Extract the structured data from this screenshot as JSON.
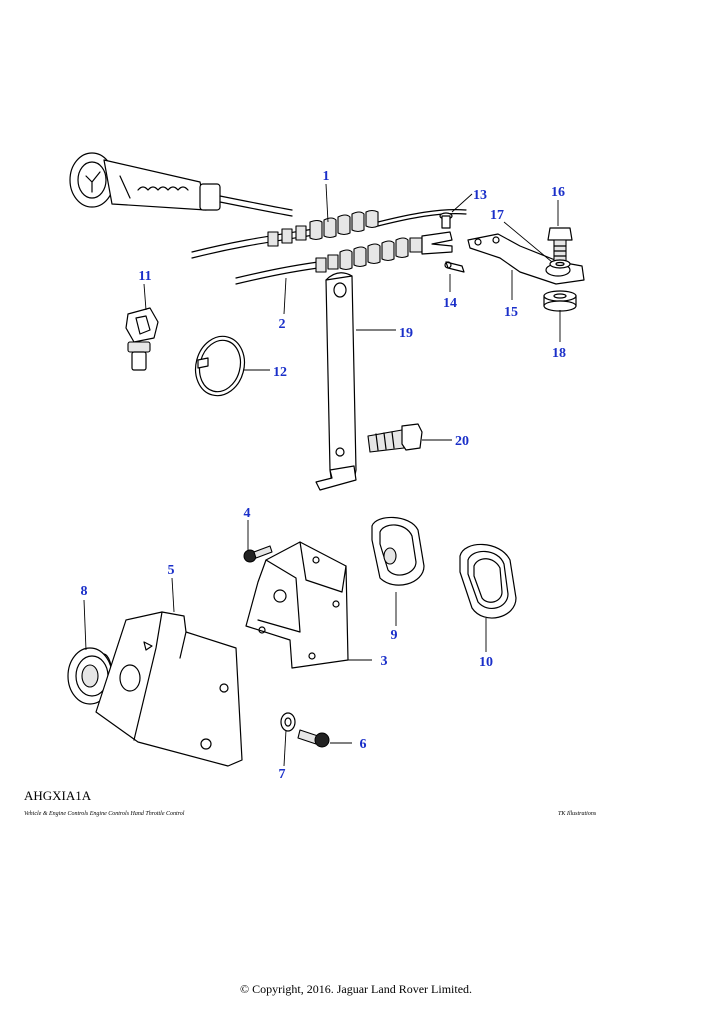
{
  "diagram_code": "AHGXIA1A",
  "caption": "Vehicle & Engine Controls Engine Controls Hand Throttle Control",
  "credit": "TK Illustrations",
  "copyright": "© Copyright, 2016. Jaguar Land Rover Limited.",
  "callouts": {
    "c1": "1",
    "c2": "2",
    "c3": "3",
    "c4": "4",
    "c5": "5",
    "c6": "6",
    "c7": "7",
    "c8": "8",
    "c9": "9",
    "c10": "10",
    "c11": "11",
    "c12": "12",
    "c13": "13",
    "c14": "14",
    "c15": "15",
    "c16": "16",
    "c17": "17",
    "c18": "18",
    "c19": "19",
    "c20": "20"
  },
  "colors": {
    "callout": "#1a2fc9",
    "line": "#000000",
    "background": "#ffffff"
  }
}
